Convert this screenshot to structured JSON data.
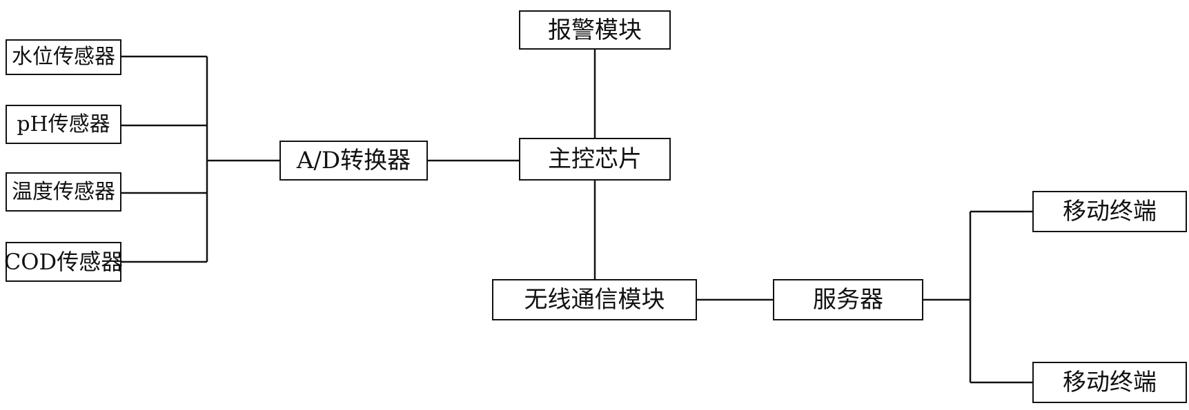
{
  "nodes": {
    "sensor_water_level": "水位传感器",
    "sensor_ph": "pH传感器",
    "sensor_temperature": "温度传感器",
    "sensor_cod": "COD传感器",
    "ad_converter": "A/D转换器",
    "alarm_module": "报警模块",
    "main_chip": "主控芯片",
    "wireless_module": "无线通信模块",
    "server": "服务器",
    "mobile_terminal_1": "移动终端",
    "mobile_terminal_2": "移动终端"
  },
  "connections": [
    {
      "from": "sensor_water_level",
      "to": "ad_converter"
    },
    {
      "from": "sensor_ph",
      "to": "ad_converter"
    },
    {
      "from": "sensor_temperature",
      "to": "ad_converter"
    },
    {
      "from": "sensor_cod",
      "to": "ad_converter"
    },
    {
      "from": "ad_converter",
      "to": "main_chip"
    },
    {
      "from": "main_chip",
      "to": "alarm_module"
    },
    {
      "from": "main_chip",
      "to": "wireless_module"
    },
    {
      "from": "wireless_module",
      "to": "server"
    },
    {
      "from": "server",
      "to": "mobile_terminal_1"
    },
    {
      "from": "server",
      "to": "mobile_terminal_2"
    }
  ],
  "colors": {
    "line": "#111111",
    "box_border": "#111111",
    "background": "#ffffff"
  }
}
